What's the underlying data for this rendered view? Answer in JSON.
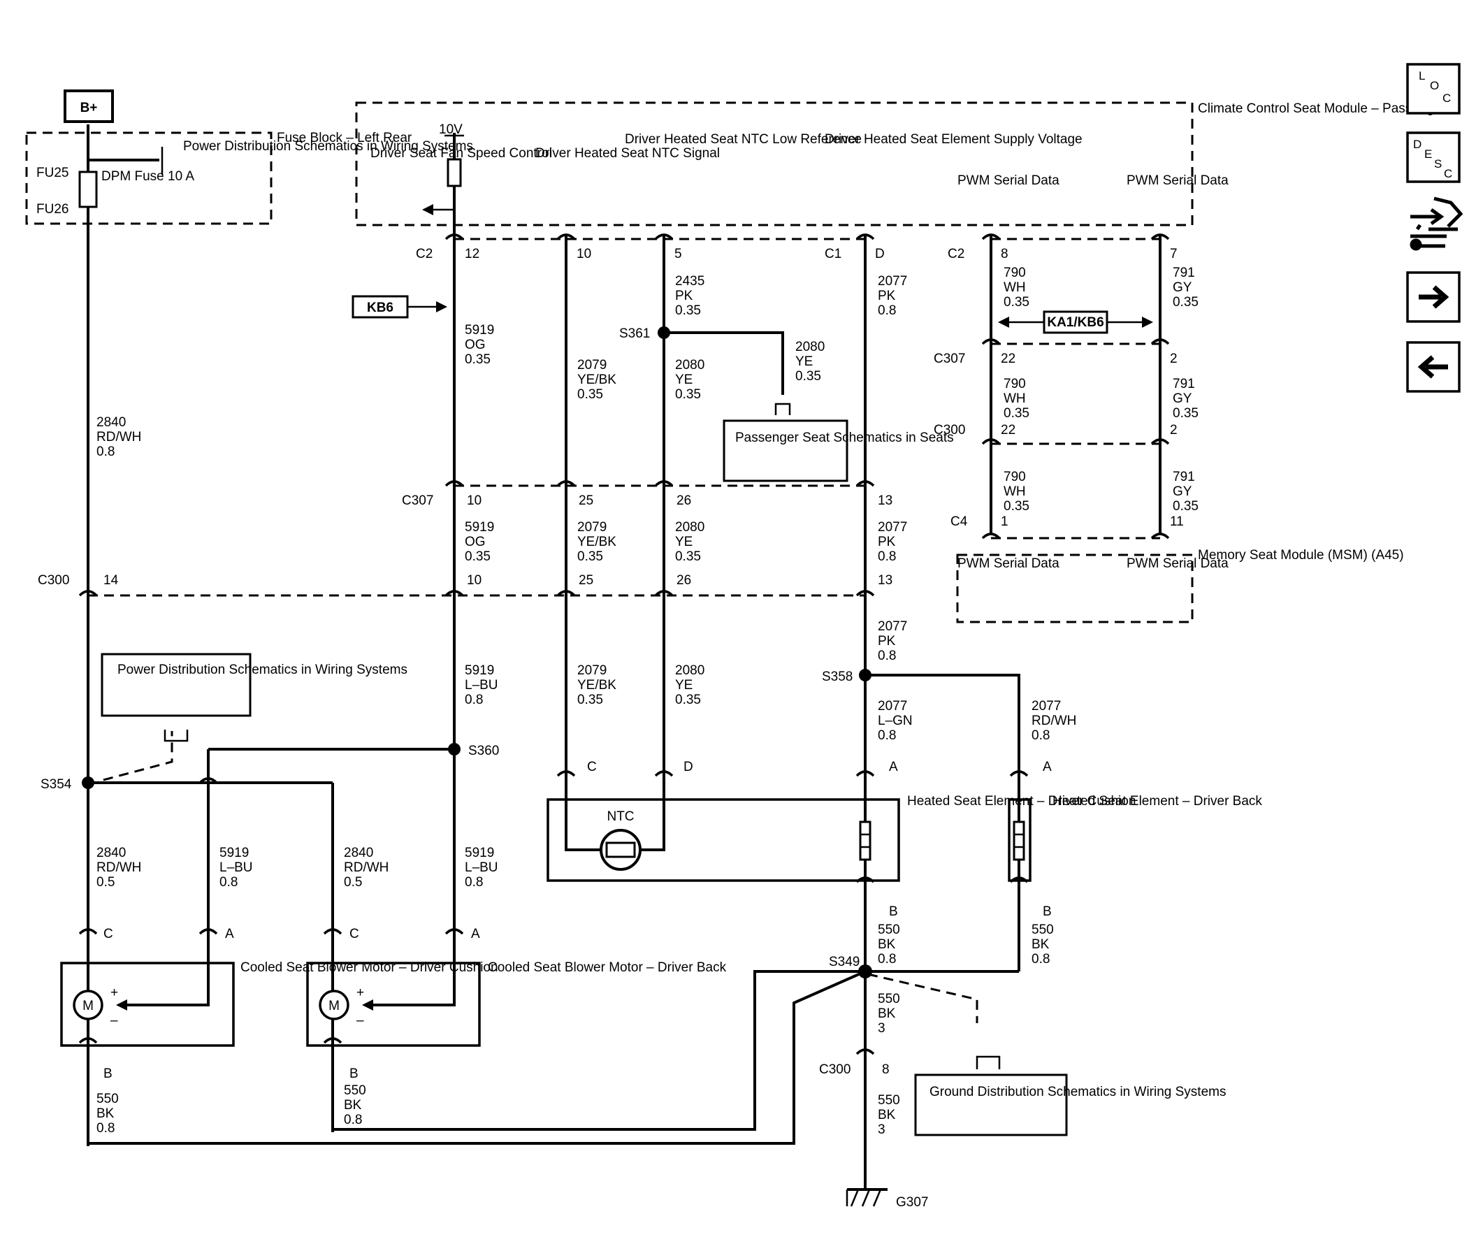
{
  "power": {
    "source": "B+",
    "fuse_block": "Fuse Block – Left Rear",
    "fuse_ids": [
      "FU25",
      "FU26"
    ],
    "fuse": "DPM Fuse 10 A",
    "ref_power_top": "Power Distribution Schematics in Wiring Systems",
    "ref_power_left": "Power Distribution Schematics in Wiring Systems"
  },
  "module_ccsm": {
    "name": "Climate Control Seat Module – Passenger",
    "v10": "10V",
    "pins": [
      "Driver Seat Fan Speed Control",
      "Driver Heated Seat NTC Signal",
      "Driver Heated Seat NTC Low Reference",
      "Driver Heated Seat Element Supply Voltage",
      "PWM Serial Data",
      "PWM Serial Data"
    ]
  },
  "module_msm": {
    "name": "Memory Seat Module (MSM) (A45)",
    "pins": [
      "PWM Serial Data",
      "PWM Serial Data"
    ]
  },
  "connectors": {
    "c2": "C2",
    "c1": "C1",
    "c307": "C307",
    "c300": "C300",
    "c4": "C4",
    "c2_12": "12",
    "c2_10": "10",
    "c2_5": "5",
    "c1_d": "D",
    "c2_8": "8",
    "c2_7": "7",
    "c307_10": "10",
    "c307_25": "25",
    "c307_26": "26",
    "c307_13": "13",
    "c307_22": "22",
    "c307_2": "2",
    "c300_14": "14",
    "c300_10": "10",
    "c300_25": "25",
    "c300_26": "26",
    "c300_13": "13",
    "c300_22": "22",
    "c300_2": "2",
    "c300_8": "8",
    "c4_1": "1",
    "c4_11": "11"
  },
  "wires": {
    "w2840": [
      "2840",
      "RD/WH",
      "0.8"
    ],
    "w5919_top": [
      "5919",
      "OG",
      "0.35"
    ],
    "w5919_mid": [
      "5919",
      "OG",
      "0.35"
    ],
    "w5919_low": [
      "5919",
      "L–BU",
      "0.8"
    ],
    "w2079_top": [
      "2079",
      "YE/BK",
      "0.35"
    ],
    "w2079_mid": [
      "2079",
      "YE/BK",
      "0.35"
    ],
    "w2079_low": [
      "2079",
      "YE/BK",
      "0.35"
    ],
    "w2435": [
      "2435",
      "PK",
      "0.35"
    ],
    "w2080_pass": [
      "2080",
      "YE",
      "0.35"
    ],
    "w2080_top": [
      "2080",
      "YE",
      "0.35"
    ],
    "w2080_mid": [
      "2080",
      "YE",
      "0.35"
    ],
    "w2080_low": [
      "2080",
      "YE",
      "0.35"
    ],
    "w2077_top": [
      "2077",
      "PK",
      "0.8"
    ],
    "w2077_mid": [
      "2077",
      "PK",
      "0.8"
    ],
    "w2077_low": [
      "2077",
      "PK",
      "0.8"
    ],
    "w2077_lgn": [
      "2077",
      "L–GN",
      "0.8"
    ],
    "w2077_rdwh": [
      "2077",
      "RD/WH",
      "0.8"
    ],
    "w790_1": [
      "790",
      "WH",
      "0.35"
    ],
    "w790_2": [
      "790",
      "WH",
      "0.35"
    ],
    "w790_3": [
      "790",
      "WH",
      "0.35"
    ],
    "w791_1": [
      "791",
      "GY",
      "0.35"
    ],
    "w791_2": [
      "791",
      "GY",
      "0.35"
    ],
    "w791_3": [
      "791",
      "GY",
      "0.35"
    ],
    "w2840_c": [
      "2840",
      "RD/WH",
      "0.5"
    ],
    "w5919_c": [
      "5919",
      "L–BU",
      "0.8"
    ],
    "w2840_b": [
      "2840",
      "RD/WH",
      "0.5"
    ],
    "w5919_b": [
      "5919",
      "L–BU",
      "0.8"
    ],
    "w550_c": [
      "550",
      "BK",
      "0.8"
    ],
    "w550_b": [
      "550",
      "BK",
      "0.8"
    ],
    "w550_elem": [
      "550",
      "BK",
      "0.8"
    ],
    "w550_back": [
      "550",
      "BK",
      "0.8"
    ],
    "w550_s349": [
      "550",
      "BK",
      "3"
    ],
    "w550_gnd": [
      "550",
      "BK",
      "3"
    ]
  },
  "splices": {
    "s361": "S361",
    "s358": "S358",
    "s360": "S360",
    "s354": "S354",
    "s349": "S349"
  },
  "ground": "G307",
  "refs": {
    "kb6": "KB6",
    "ka1kb6": "KA1/KB6",
    "passenger_seat": "Passenger Seat Schematics in Seats",
    "ground_dist": "Ground Distribution Schematics in Wiring Systems"
  },
  "components": {
    "ntc": "NTC",
    "pin_c": "C",
    "pin_d": "D",
    "pin_a": "A",
    "pin_b": "B",
    "motor": "M",
    "plus": "+",
    "minus": "–",
    "heat_cushion": "Heated Seat Element – Driver Cushion",
    "heat_back": "Heated Seat Element – Driver Back",
    "blower_cushion": "Cooled Seat Blower Motor – Driver Cushion",
    "blower_back": "Cooled Seat Blower Motor – Driver Back"
  },
  "nav": {
    "loc": [
      "L",
      "O",
      "C"
    ],
    "desc": [
      "D",
      "E",
      "S",
      "C"
    ]
  }
}
